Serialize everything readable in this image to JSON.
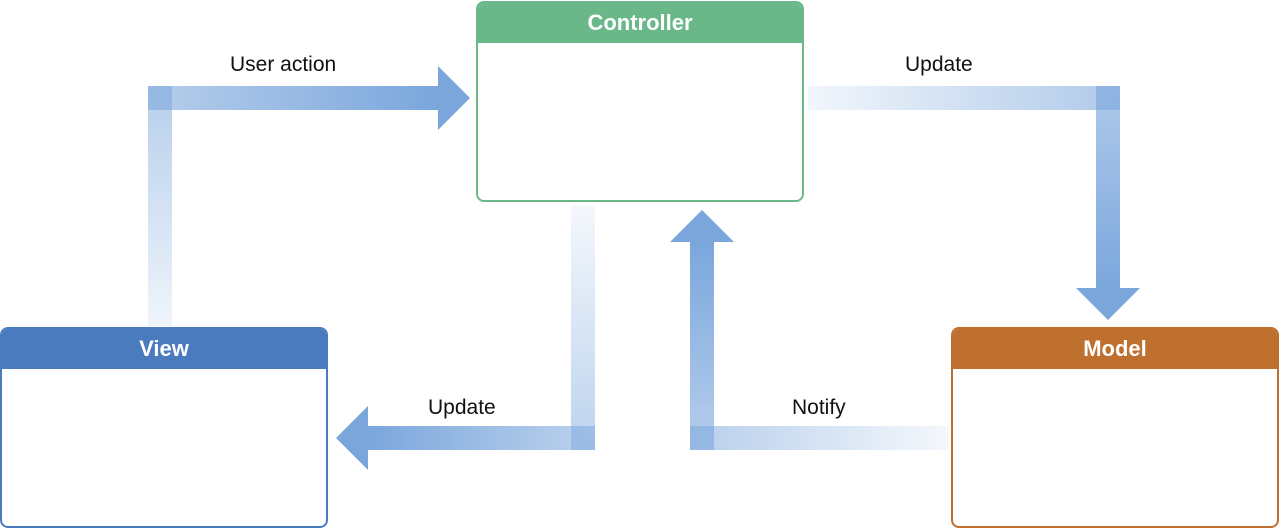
{
  "colors": {
    "controller": "#6ab78a",
    "view": "#4a7bbf",
    "model": "#bf6f2e",
    "arrow": "#7aa6dc"
  },
  "boxes": {
    "controller": {
      "title": "Controller"
    },
    "view": {
      "title": "View"
    },
    "model": {
      "title": "Model"
    }
  },
  "arrows": {
    "user_action": "User action",
    "update_model": "Update",
    "update_view": "Update",
    "notify": "Notify"
  }
}
